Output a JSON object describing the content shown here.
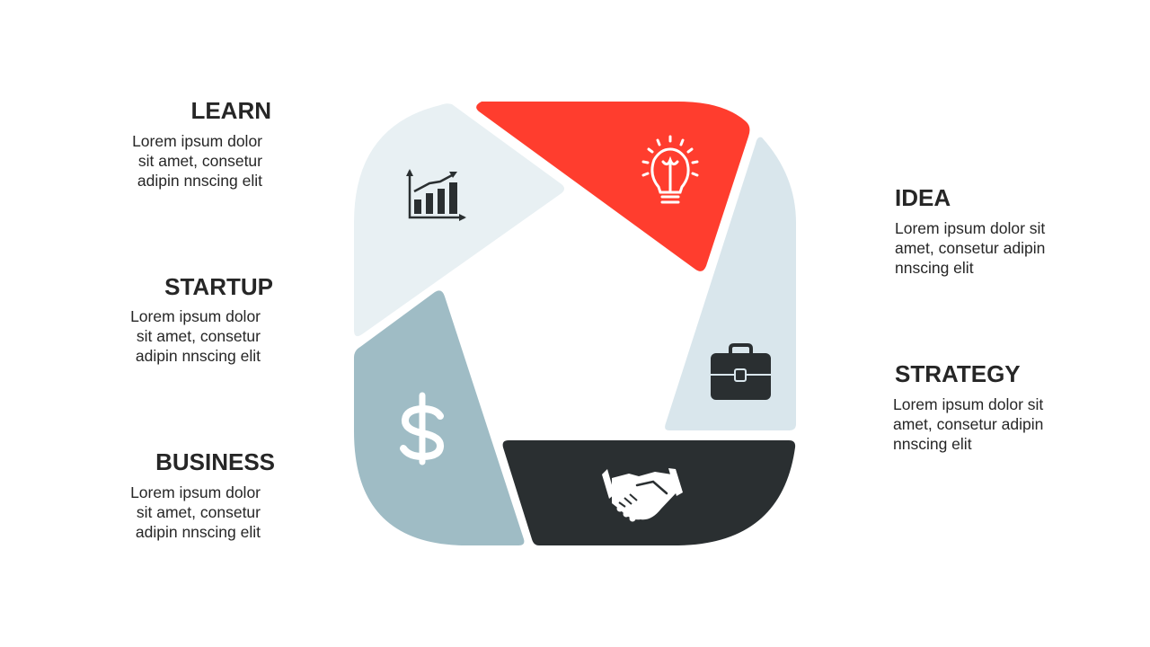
{
  "colors": {
    "learn": "#e8f0f3",
    "idea": "#ff3d2e",
    "strategy": "#d9e6ec",
    "partner": "#2a2f31",
    "business": "#9fbcc5",
    "text": "#262626"
  },
  "blocks": {
    "learn": {
      "title": "LEARN",
      "text": "Lorem ipsum dolor\nsit amet, consetur\nadipin nnscing elit"
    },
    "startup": {
      "title": "STARTUP",
      "text": "Lorem ipsum dolor\nsit amet, consetur\nadipin nnscing elit"
    },
    "business": {
      "title": "BUSINESS",
      "text": "Lorem ipsum dolor\nsit amet, consetur\nadipin nnscing elit"
    },
    "idea": {
      "title": "IDEA",
      "text": "Lorem ipsum dolor sit\namet, consetur adipin\nnnscing elit"
    },
    "strategy": {
      "title": "STRATEGY",
      "text": "Lorem ipsum dolor sit\namet, consetur adipin\nnnscing elit"
    }
  },
  "icons": {
    "learn": "growth-chart-icon",
    "idea": "lightbulb-icon",
    "strategy": "briefcase-icon",
    "partner": "handshake-icon",
    "business": "dollar-icon"
  }
}
